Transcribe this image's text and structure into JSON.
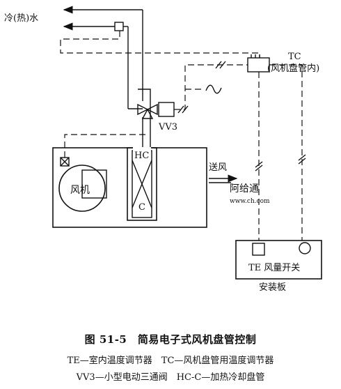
{
  "labels": {
    "water": "冷(热)水",
    "tc": "TC",
    "tc_note": "(风机盘管内)",
    "vv3": "VV3",
    "hc": "HC",
    "c": "C",
    "fan": "风机",
    "supply_air": "送风",
    "te_panel": "TE 风量开关",
    "panel": "安装板",
    "watermark": "阿给通",
    "watermark_url": "www.ch.com"
  },
  "caption": {
    "title": "图 51-5　简易电子式风机盘管控制",
    "line1": "TE—室内温度调节器　TC—风机盘管用温度调节器",
    "line2": "VV3—小型电动三通阀　HC-C—加热冷却盘管"
  }
}
